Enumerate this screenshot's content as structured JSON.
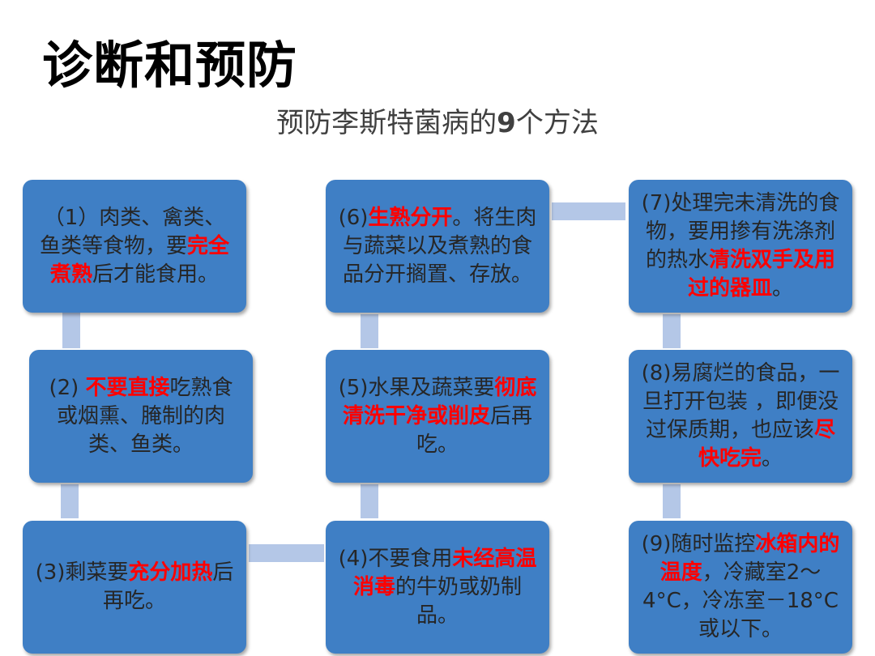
{
  "title": "诊断和预防",
  "subtitle": {
    "pre": "预防李斯特菌病的",
    "num": "9",
    "post": "个方法"
  },
  "boxes": [
    {
      "id": "1",
      "segments": [
        {
          "t": "（1）肉类、禽类、鱼类等食物，要",
          "hl": false
        },
        {
          "t": "完全煮熟",
          "hl": true
        },
        {
          "t": "后才能食用。",
          "hl": false
        }
      ]
    },
    {
      "id": "2",
      "segments": [
        {
          "t": "(2) ",
          "hl": false
        },
        {
          "t": "不要直接",
          "hl": true
        },
        {
          "t": "吃熟食或烟熏、腌制的肉类、鱼类。",
          "hl": false
        }
      ]
    },
    {
      "id": "3",
      "segments": [
        {
          "t": "(3)剩菜要",
          "hl": false
        },
        {
          "t": "充分加热",
          "hl": true
        },
        {
          "t": "后再吃。",
          "hl": false
        }
      ]
    },
    {
      "id": "4",
      "segments": [
        {
          "t": "(4)不要食用",
          "hl": false
        },
        {
          "t": "未经高温消毒",
          "hl": true
        },
        {
          "t": "的牛奶或奶制品。",
          "hl": false
        }
      ]
    },
    {
      "id": "5",
      "segments": [
        {
          "t": "(5)水果及蔬菜要",
          "hl": false
        },
        {
          "t": "彻底清洗干净或削皮",
          "hl": true
        },
        {
          "t": "后再吃。",
          "hl": false
        }
      ]
    },
    {
      "id": "6",
      "segments": [
        {
          "t": "(6)",
          "hl": false
        },
        {
          "t": "生熟分开",
          "hl": true
        },
        {
          "t": "。将生肉与蔬菜以及煮熟的食品分开搁置、存放。",
          "hl": false
        }
      ]
    },
    {
      "id": "7",
      "segments": [
        {
          "t": "(7)处理完未清洗的食物，要用掺有洗涤剂的热水",
          "hl": false
        },
        {
          "t": "清洗双手及用过的器皿",
          "hl": true
        },
        {
          "t": "。",
          "hl": false
        }
      ]
    },
    {
      "id": "8",
      "segments": [
        {
          "t": "(8)易腐烂的食品，一旦打开包装 ，即便没过保质期，也应该",
          "hl": false
        },
        {
          "t": "尽快吃完",
          "hl": true
        },
        {
          "t": "。",
          "hl": false
        }
      ]
    },
    {
      "id": "9",
      "segments": [
        {
          "t": "(9)随时监控",
          "hl": false
        },
        {
          "t": "冰箱内的温度",
          "hl": true
        },
        {
          "t": "，冷藏室2～4°C，冷冻室－18°C或以下。",
          "hl": false
        }
      ]
    }
  ],
  "colors": {
    "box": "#3f7fc5",
    "connector": "#b4c7e7",
    "highlight": "#ff0000",
    "text": "#262626"
  }
}
